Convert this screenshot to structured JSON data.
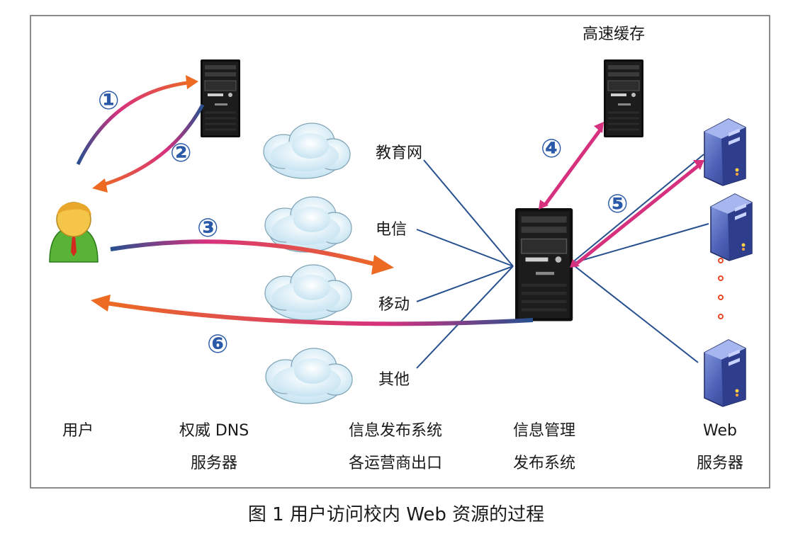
{
  "labels": {
    "cache": "高速缓存",
    "edu_net": "教育网",
    "telecom": "电信",
    "mobile": "移动",
    "other": "其他",
    "user": "用户",
    "dns_line1": "权威 DNS",
    "dns_line2": "服务器",
    "exit_line1": "信息发布系统",
    "exit_line2": "各运营商出口",
    "mgmt_line1": "信息管理",
    "mgmt_line2": "发布系统",
    "web_line1": "Web",
    "web_line2": "服务器"
  },
  "steps": [
    "①",
    "②",
    "③",
    "④",
    "⑤",
    "⑥"
  ],
  "caption": "图 1  用户访问校内 Web 资源的过程",
  "colors": {
    "line": "#27508f",
    "arrow_orange": "#ec6a22",
    "arrow_pink": "#d6317e",
    "step_number": "#2b5aa8",
    "frame": "#666666"
  },
  "icons": [
    "user-icon",
    "dns-server-icon",
    "cache-server-icon",
    "management-server-icon",
    "web-server-icon",
    "cloud-icon"
  ]
}
